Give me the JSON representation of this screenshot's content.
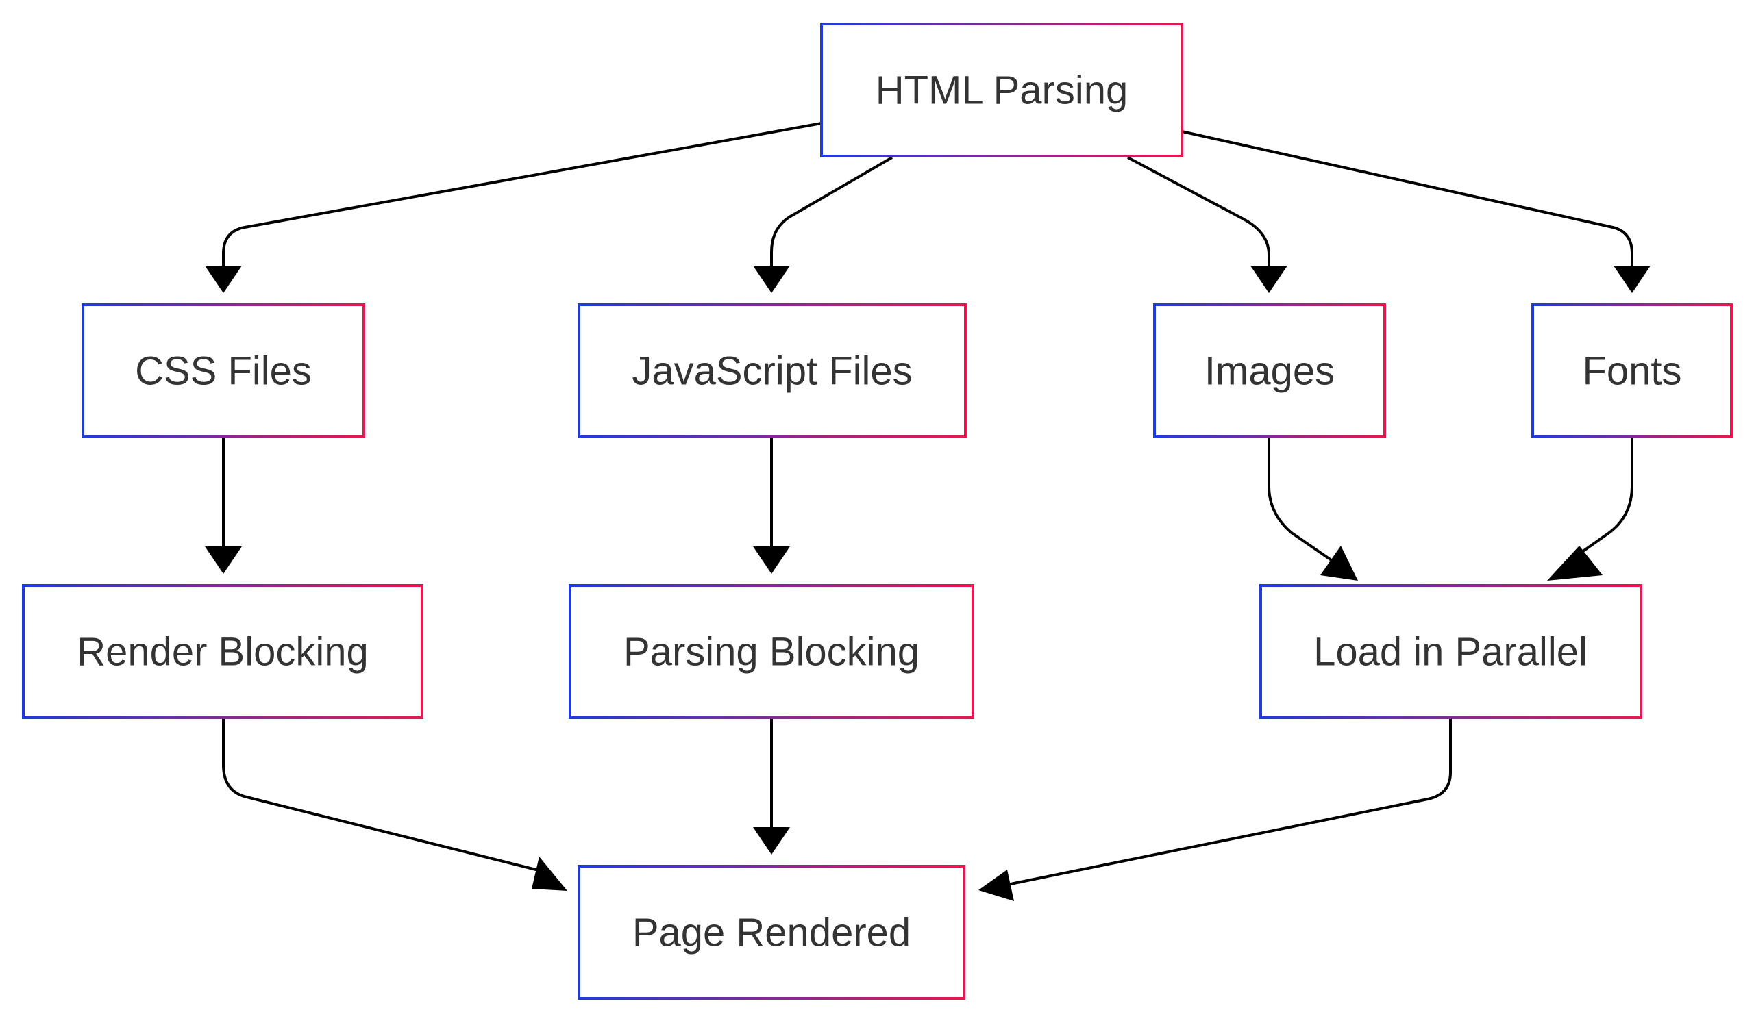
{
  "diagram": {
    "nodes": {
      "html_parsing": {
        "label": "HTML Parsing"
      },
      "css_files": {
        "label": "CSS Files"
      },
      "javascript_files": {
        "label": "JavaScript Files"
      },
      "images": {
        "label": "Images"
      },
      "fonts": {
        "label": "Fonts"
      },
      "render_blocking": {
        "label": "Render Blocking"
      },
      "parsing_blocking": {
        "label": "Parsing Blocking"
      },
      "load_in_parallel": {
        "label": "Load in Parallel"
      },
      "page_rendered": {
        "label": "Page Rendered"
      }
    },
    "edges": [
      {
        "from": "HTML Parsing",
        "to": "CSS Files"
      },
      {
        "from": "HTML Parsing",
        "to": "JavaScript Files"
      },
      {
        "from": "HTML Parsing",
        "to": "Images"
      },
      {
        "from": "HTML Parsing",
        "to": "Fonts"
      },
      {
        "from": "CSS Files",
        "to": "Render Blocking"
      },
      {
        "from": "JavaScript Files",
        "to": "Parsing Blocking"
      },
      {
        "from": "Images",
        "to": "Load in Parallel"
      },
      {
        "from": "Fonts",
        "to": "Load in Parallel"
      },
      {
        "from": "Render Blocking",
        "to": "Page Rendered"
      },
      {
        "from": "Parsing Blocking",
        "to": "Page Rendered"
      },
      {
        "from": "Load in Parallel",
        "to": "Page Rendered"
      }
    ],
    "colors": {
      "border_start": "#1e3cdc",
      "border_end": "#e8174f",
      "edge": "#000000",
      "text": "#333333",
      "background": "#ffffff"
    }
  }
}
